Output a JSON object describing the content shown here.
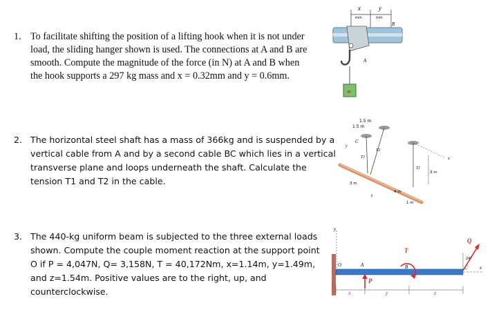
{
  "problems": [
    {
      "number": "1.",
      "text": "To facilitate shifting the position of a lifting hook when it is not under load, the sliding hanger shown is used. The connections at A and B are smooth. Compute the magnitude of the force (in N) at A and B when the hook supports a 297 kg mass and x = 0.32mm and y = 0.6mm."
    },
    {
      "number": "2.",
      "text": "The horizontal steel shaft has a mass of 366kg and is suspended by a vertical cable from A and by a second cable BC which lies in a vertical transverse plane and loops underneath the shaft. Calculate the tension T1 and T2 in the cable."
    },
    {
      "number": "3.",
      "text": "The 440-kg uniform beam is subjected to the three external loads shown. Compute the couple moment reaction at the support point O if P = 4,047N, Q= 3,158N, T = 40,172Nm, x=1.14m, y=1.49m, and z=1.54m. Positive values are to the right, up, and counterclockwise."
    }
  ],
  "figure1": {
    "labels": {
      "x": "x",
      "y": "y",
      "dim_unit": "mm",
      "A": "A",
      "B": "B",
      "mass": "m"
    },
    "colors": {
      "beam": "#9fc3d9",
      "mass": "#7ec06b"
    }
  },
  "figure2": {
    "labels": {
      "top_dim_1": "1.5 m",
      "top_dim_2": "1.5 m",
      "C": "C",
      "T1_left": "T1",
      "T2": "T2",
      "T1_right": "T1",
      "right_dim": "3 m",
      "left_dim": "3 m",
      "mid_dim": "4 m",
      "end_dim": "1 m",
      "axis_x": "x",
      "axis_y": "y",
      "axis_z": "z"
    },
    "colors": {
      "shaft": "#d9956b"
    }
  },
  "figure3": {
    "labels": {
      "O": "O",
      "A": "A",
      "B": "B",
      "C": "C",
      "P": "P",
      "Q": "Q",
      "T": "T",
      "angle": "24°",
      "x": "x",
      "y": "y",
      "z": "z",
      "axis_x": "x",
      "axis_y": "y"
    },
    "colors": {
      "beam": "#3a78c8",
      "force": "#d62b2b"
    }
  }
}
